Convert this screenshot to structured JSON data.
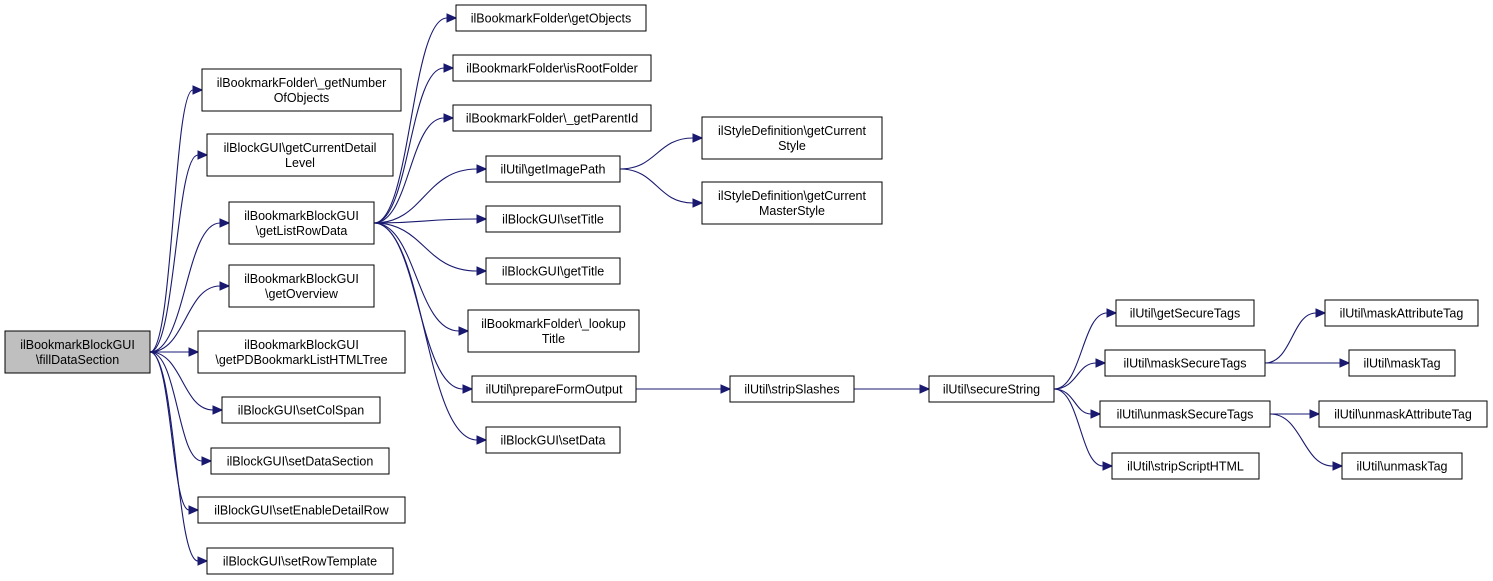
{
  "graph": {
    "edge_color": "#191970",
    "root_fill": "#bfbfbf",
    "nodes": {
      "fillDataSection": [
        "ilBookmarkBlockGUI",
        "\\fillDataSection"
      ],
      "getNumberOfObjects": [
        "ilBookmarkFolder\\_getNumber",
        "OfObjects"
      ],
      "getCurrentDetailLevel": [
        "ilBlockGUI\\getCurrentDetail",
        "Level"
      ],
      "getListRowData": [
        "ilBookmarkBlockGUI",
        "\\getListRowData"
      ],
      "getOverview": [
        "ilBookmarkBlockGUI",
        "\\getOverview"
      ],
      "getPDBookmarkListHTMLTree": [
        "ilBookmarkBlockGUI",
        "\\getPDBookmarkListHTMLTree"
      ],
      "setColSpan": [
        "ilBlockGUI\\setColSpan"
      ],
      "setDataSection": [
        "ilBlockGUI\\setDataSection"
      ],
      "setEnableDetailRow": [
        "ilBlockGUI\\setEnableDetailRow"
      ],
      "setRowTemplate": [
        "ilBlockGUI\\setRowTemplate"
      ],
      "getObjects": [
        "ilBookmarkFolder\\getObjects"
      ],
      "isRootFolder": [
        "ilBookmarkFolder\\isRootFolder"
      ],
      "getParentId": [
        "ilBookmarkFolder\\_getParentId"
      ],
      "getImagePath": [
        "ilUtil\\getImagePath"
      ],
      "setTitle": [
        "ilBlockGUI\\setTitle"
      ],
      "getTitle": [
        "ilBlockGUI\\getTitle"
      ],
      "lookupTitle": [
        "ilBookmarkFolder\\_lookup",
        "Title"
      ],
      "prepareFormOutput": [
        "ilUtil\\prepareFormOutput"
      ],
      "setData": [
        "ilBlockGUI\\setData"
      ],
      "getCurrentStyle": [
        "ilStyleDefinition\\getCurrent",
        "Style"
      ],
      "getCurrentMasterStyle": [
        "ilStyleDefinition\\getCurrent",
        "MasterStyle"
      ],
      "stripSlashes": [
        "ilUtil\\stripSlashes"
      ],
      "secureString": [
        "ilUtil\\secureString"
      ],
      "getSecureTags": [
        "ilUtil\\getSecureTags"
      ],
      "maskSecureTags": [
        "ilUtil\\maskSecureTags"
      ],
      "unmaskSecureTags": [
        "ilUtil\\unmaskSecureTags"
      ],
      "stripScriptHTML": [
        "ilUtil\\stripScriptHTML"
      ],
      "maskAttributeTag": [
        "ilUtil\\maskAttributeTag"
      ],
      "maskTag": [
        "ilUtil\\maskTag"
      ],
      "unmaskAttributeTag": [
        "ilUtil\\unmaskAttributeTag"
      ],
      "unmaskTag": [
        "ilUtil\\unmaskTag"
      ]
    },
    "edges": [
      [
        "fillDataSection",
        "getNumberOfObjects"
      ],
      [
        "fillDataSection",
        "getCurrentDetailLevel"
      ],
      [
        "fillDataSection",
        "getListRowData"
      ],
      [
        "fillDataSection",
        "getOverview"
      ],
      [
        "fillDataSection",
        "getPDBookmarkListHTMLTree"
      ],
      [
        "fillDataSection",
        "setColSpan"
      ],
      [
        "fillDataSection",
        "setDataSection"
      ],
      [
        "fillDataSection",
        "setEnableDetailRow"
      ],
      [
        "fillDataSection",
        "setRowTemplate"
      ],
      [
        "getListRowData",
        "getObjects"
      ],
      [
        "getListRowData",
        "isRootFolder"
      ],
      [
        "getListRowData",
        "getParentId"
      ],
      [
        "getListRowData",
        "getImagePath"
      ],
      [
        "getListRowData",
        "setTitle"
      ],
      [
        "getListRowData",
        "getTitle"
      ],
      [
        "getListRowData",
        "lookupTitle"
      ],
      [
        "getListRowData",
        "prepareFormOutput"
      ],
      [
        "getListRowData",
        "setData"
      ],
      [
        "getImagePath",
        "getCurrentStyle"
      ],
      [
        "getImagePath",
        "getCurrentMasterStyle"
      ],
      [
        "prepareFormOutput",
        "stripSlashes"
      ],
      [
        "stripSlashes",
        "secureString"
      ],
      [
        "secureString",
        "getSecureTags"
      ],
      [
        "secureString",
        "maskSecureTags"
      ],
      [
        "secureString",
        "unmaskSecureTags"
      ],
      [
        "secureString",
        "stripScriptHTML"
      ],
      [
        "maskSecureTags",
        "maskAttributeTag"
      ],
      [
        "maskSecureTags",
        "maskTag"
      ],
      [
        "unmaskSecureTags",
        "unmaskAttributeTag"
      ],
      [
        "unmaskSecureTags",
        "unmaskTag"
      ]
    ]
  }
}
